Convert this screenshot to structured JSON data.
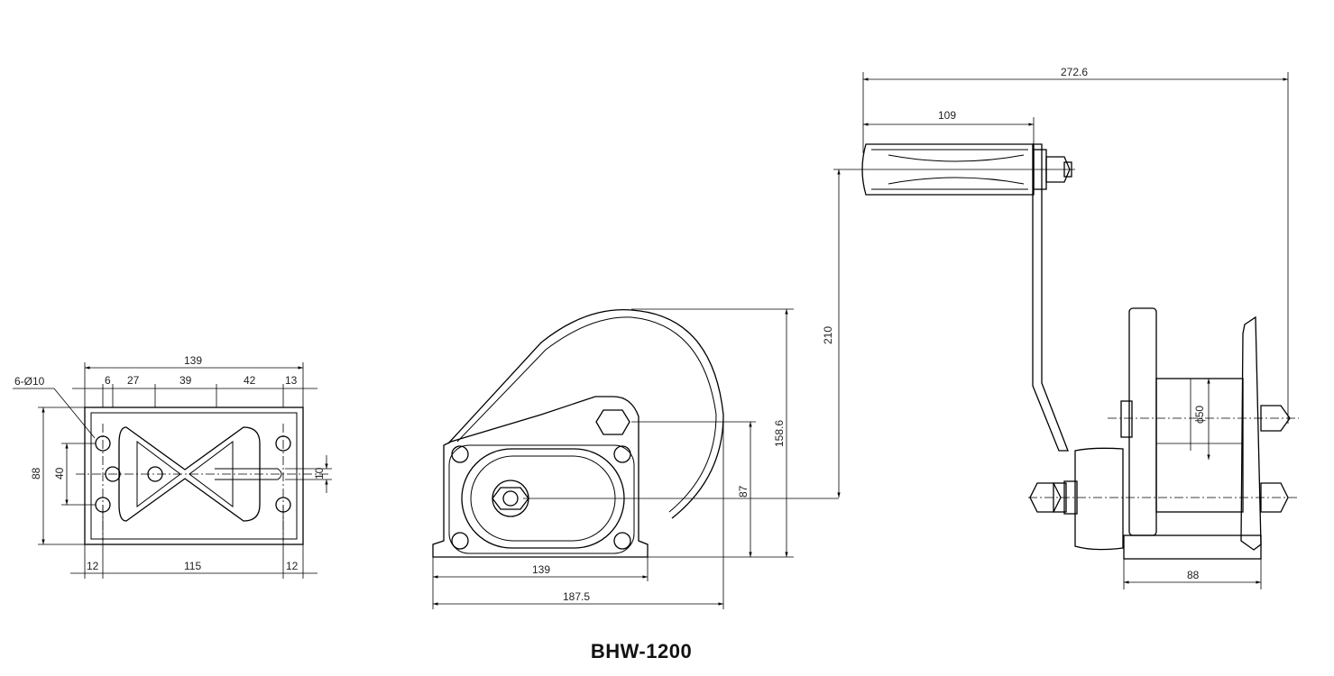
{
  "title": "BHW-1200",
  "base_view": {
    "hole_note": "6-Ø10",
    "dims": {
      "width": "139",
      "d6": "6",
      "d27": "27",
      "d39": "39",
      "d42": "42",
      "d13": "13",
      "height": "88",
      "d40": "40",
      "d10": "10",
      "left": "12",
      "middle": "115",
      "right": "12"
    }
  },
  "front_view": {
    "dims": {
      "base": "139",
      "overall": "187.5",
      "axis_height": "87",
      "height": "158.6"
    }
  },
  "side_view": {
    "dims": {
      "overall": "272.6",
      "handle": "109",
      "crank": "210",
      "drum": "ϕ50",
      "base": "88"
    }
  }
}
